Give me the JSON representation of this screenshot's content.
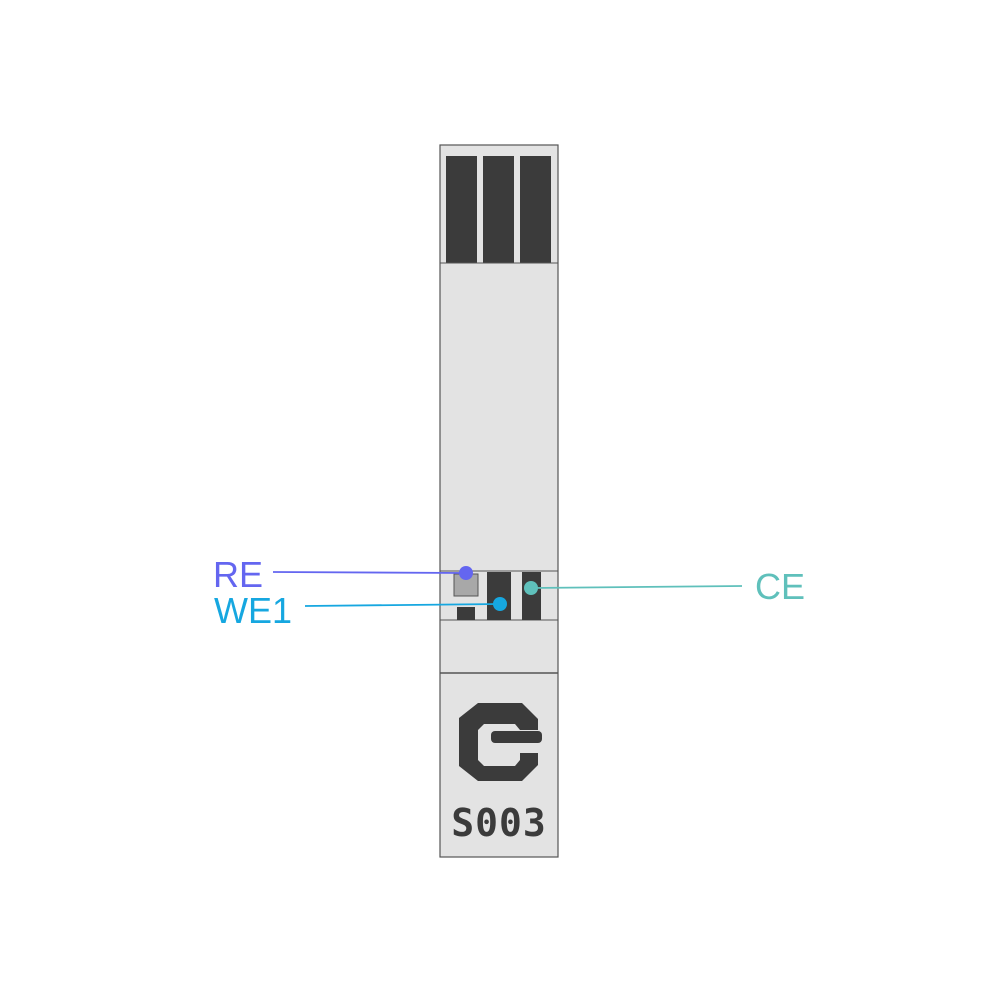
{
  "colors": {
    "strip_fill": "#e3e3e3",
    "strip_stroke": "#555555",
    "contact_fill": "#3b3b3b",
    "re_pad_fill": "#a8a8a8",
    "logo_fill": "#3b3b3b",
    "re_color": "#6466f0",
    "we1_color": "#16a7e0",
    "ce_color": "#5fc0bb"
  },
  "logo": {
    "icon": "g-logo-icon"
  },
  "model_label": "S003",
  "electrodes": {
    "re": {
      "label": "RE"
    },
    "we1": {
      "label": "WE1"
    },
    "ce": {
      "label": "CE"
    }
  }
}
